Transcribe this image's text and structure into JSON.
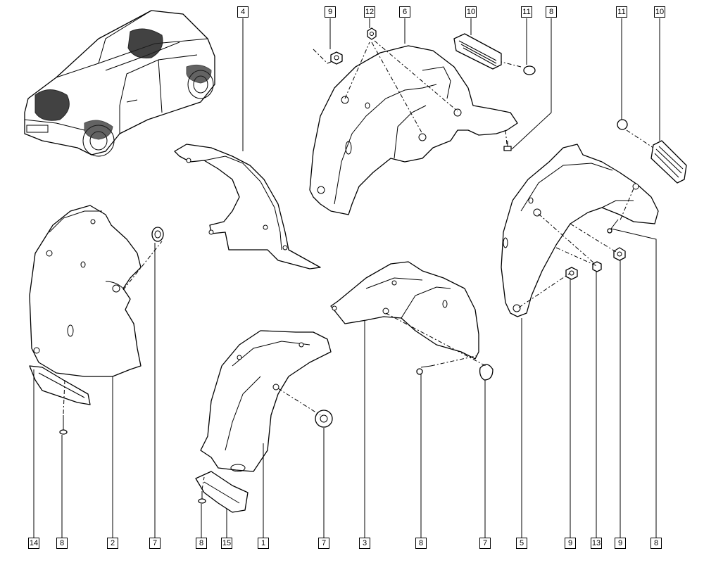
{
  "callouts": {
    "c_4": "4",
    "c_9a": "9",
    "c_12": "12",
    "c_6": "6",
    "c_10a": "10",
    "c_11a": "11",
    "c_8a": "8",
    "c_11b": "11",
    "c_10b": "10",
    "c_14": "14",
    "c_8b": "8",
    "c_2": "2",
    "c_7a": "7",
    "c_8c": "8",
    "c_15": "15",
    "c_1": "1",
    "c_7b": "7",
    "c_3": "3",
    "c_8d": "8",
    "c_7c": "7",
    "c_5": "5",
    "c_9b": "9",
    "c_13": "13",
    "c_9c": "9",
    "c_8e": "8"
  },
  "colors": {
    "line": "#000000",
    "background": "#ffffff",
    "shade": "#222222"
  },
  "icons": [
    "car-overview-icon",
    "wheel-arch-liner-icon",
    "clip-icon",
    "screw-icon",
    "nut-icon",
    "grommet-icon",
    "vent-grille-icon"
  ]
}
